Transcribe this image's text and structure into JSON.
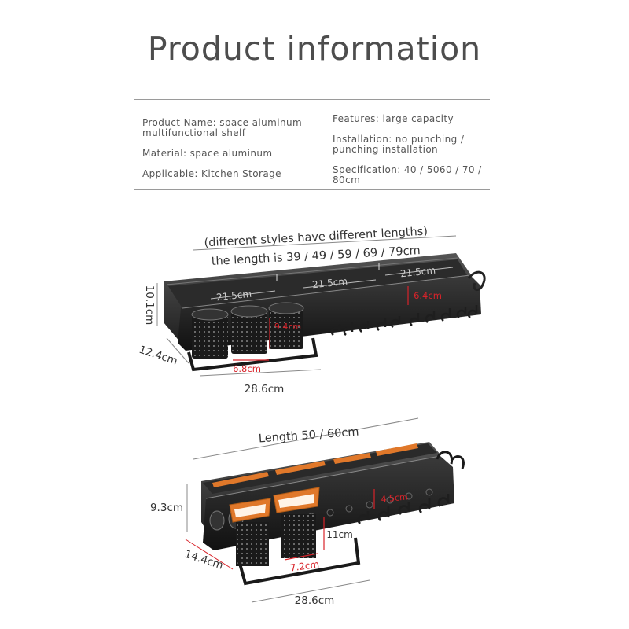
{
  "header": {
    "title": "Product information"
  },
  "specs": {
    "product_name": "Product Name: space aluminum multifunctional shelf",
    "material": "Material: space aluminum",
    "applicable": "Applicable: Kitchen Storage",
    "features": "Features: large capacity",
    "installation": "Installation: no punching / punching installation",
    "specification": "Specification: 40 / 5060 / 70 / 80cm"
  },
  "diagram1": {
    "note_line1": "(different styles have different lengths)",
    "note_line2": "the length is 39 / 49 / 59 / 69 / 79cm",
    "seg1": "21.5cm",
    "seg2": "21.5cm",
    "seg3": "21.5cm",
    "height": "10.1cm",
    "depth": "12.4cm",
    "cup_height": "9.4cm",
    "cup_width": "6.8cm",
    "rail_height": "6.4cm",
    "bottom_width": "28.6cm"
  },
  "diagram2": {
    "length": "Length 50 / 60cm",
    "height": "9.3cm",
    "depth": "14.4cm",
    "cup_width": "7.2cm",
    "cup_height": "11cm",
    "rail_height": "4.5cm",
    "bottom_width": "28.6cm"
  },
  "colors": {
    "accent_red": "#d8232a",
    "shelf_dark": "#1c1c1c",
    "cup_orange": "#e0782a"
  }
}
